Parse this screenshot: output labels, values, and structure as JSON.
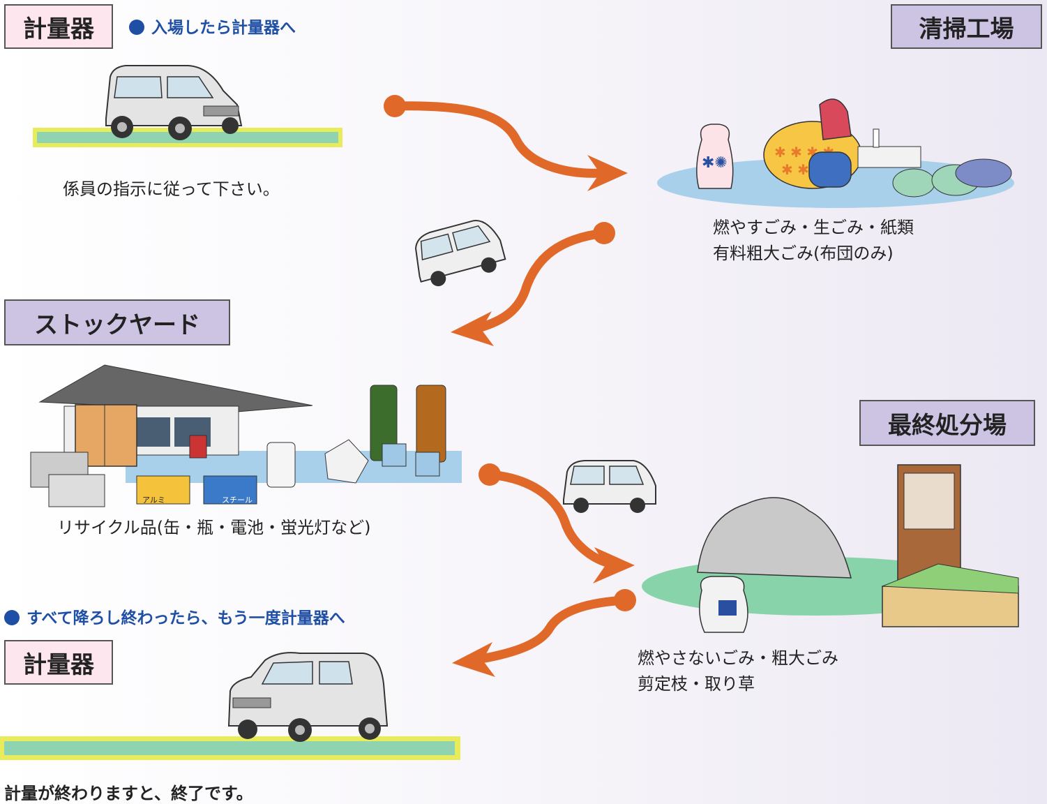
{
  "labels": {
    "scale_top": "計量器",
    "cleaning_plant": "清掃工場",
    "stock_yard": "ストックヤード",
    "landfill": "最終処分場",
    "scale_bottom": "計量器"
  },
  "notes": {
    "enter": "入場したら計量器へ",
    "after_unload": "すべて降ろし終わったら、もう一度計量器へ"
  },
  "captions": {
    "follow_staff": "係員の指示に従って下さい。",
    "plant_line1": "燃やすごみ・生ごみ・紙類",
    "plant_line2": "有料粗大ごみ(布団のみ)",
    "recycle": "リサイクル品(缶・瓶・電池・蛍光灯など)",
    "landfill_line1": "燃やさないごみ・粗大ごみ",
    "landfill_line2": "剪定枝・取り草",
    "finish": "計量が終わりますと、終了です。"
  },
  "bin_labels": {
    "aluminum": "アルミ",
    "steel": "スチール"
  },
  "colors": {
    "arrow": "#e0692a",
    "note_blue": "#1f4ea5",
    "pink_box": "#fde6ee",
    "lavender_box": "#cdc4e3",
    "scale_yellow": "#e8ec5a",
    "scale_green": "#8fd3b0"
  }
}
